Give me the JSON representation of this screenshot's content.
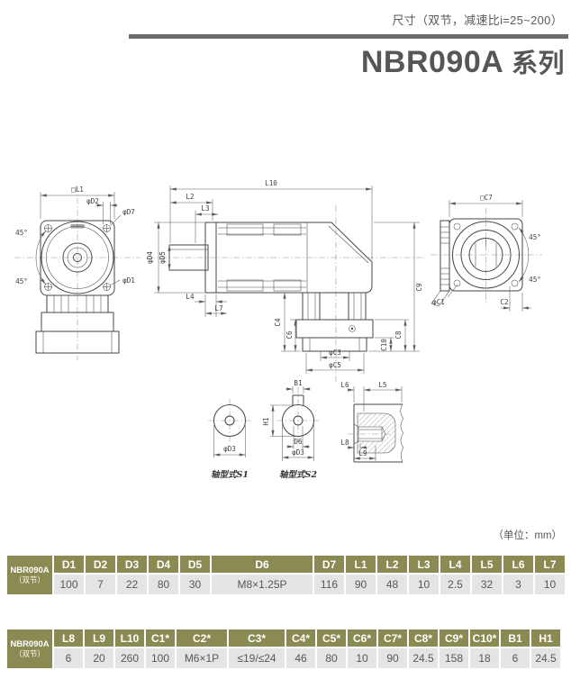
{
  "header": {
    "subtitle": "尺寸（双节，减速比i=25~200）",
    "title_model": "NBR090A",
    "title_series": "系列"
  },
  "unit_note": "（单位：mm）",
  "colors": {
    "table_header_olive": "#8A8A52",
    "table_value_gray": "#E4E4E4",
    "title_gray": "#565659",
    "rule_gray": "#6D6D6D",
    "line_dark": "#464646"
  },
  "drawing": {
    "front_view": {
      "l1": "□L1",
      "d2": "φD2",
      "d7": "φD7",
      "d1": "φD1",
      "angle_top": "45°",
      "angle_bottom": "45°"
    },
    "side_view": {
      "l10": "L10",
      "l2": "L2",
      "l3": "L3",
      "d4": "φD4",
      "d5": "φD5",
      "l4": "L4",
      "l7": "L7",
      "c4": "C4",
      "c6": "C6",
      "c3": "φC3",
      "c5": "φC5",
      "c9": "C9",
      "c10": "C10",
      "c8": "C8"
    },
    "rear_view": {
      "c7": "□C7",
      "angle_top": "45°",
      "angle_bottom": "45°",
      "c1": "φC1",
      "c2": "C2"
    },
    "shaft_s1": {
      "d3": "φD3",
      "caption": "轴型式S1"
    },
    "shaft_s2": {
      "b1": "B1",
      "h1": "H1",
      "d6": "D6",
      "d3": "φD3",
      "caption": "轴型式S2"
    },
    "shaft_section": {
      "l6": "L6",
      "l5": "L5",
      "l8": "L8",
      "l9": "L9"
    }
  },
  "tables": [
    {
      "row_label_line1": "NBR090A",
      "row_label_line2": "（双节）",
      "columns": [
        "D1",
        "D2",
        "D3",
        "D4",
        "D5",
        "D6",
        "D7",
        "L1",
        "L2",
        "L3",
        "L4",
        "L5",
        "L6",
        "L7"
      ],
      "values": [
        "100",
        "7",
        "22",
        "80",
        "30",
        "M8×1.25P",
        "116",
        "90",
        "48",
        "10",
        "2.5",
        "32",
        "3",
        "10"
      ]
    },
    {
      "row_label_line1": "NBR090A",
      "row_label_line2": "（双节）",
      "columns": [
        "L8",
        "L9",
        "L10",
        "C1*",
        "C2*",
        "C3*",
        "C4*",
        "C5*",
        "C6*",
        "C7*",
        "C8*",
        "C9*",
        "C10*",
        "B1",
        "H1"
      ],
      "values": [
        "6",
        "20",
        "260",
        "100",
        "M6×1P",
        "≤19/≤24",
        "46",
        "80",
        "10",
        "90",
        "24.5",
        "158",
        "18",
        "6",
        "24.5"
      ]
    }
  ]
}
